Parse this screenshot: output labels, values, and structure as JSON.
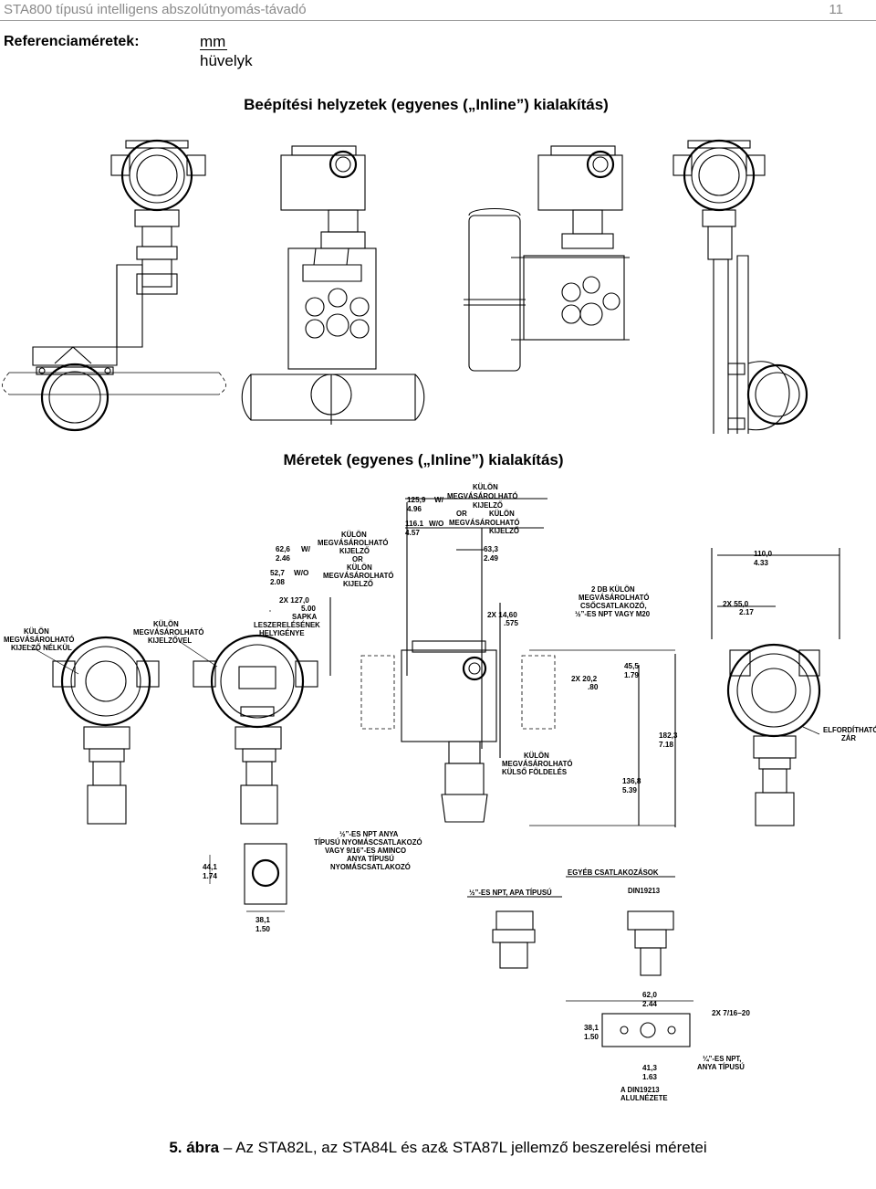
{
  "header": {
    "title": "STA800 típusú intelligens abszolútnyomás-távadó",
    "page_number": "11"
  },
  "reference": {
    "label": "Referenciaméretek:",
    "unit_primary": "mm",
    "unit_secondary": "hüvelyk"
  },
  "section1": {
    "title": "Beépítési helyzetek (egyenes („Inline”) kialakítás)"
  },
  "section2": {
    "title": "Méretek (egyenes („Inline”) kialakítás)",
    "labels": {
      "dim_125_mm": "125,9",
      "dim_125_in": "4.96",
      "w": "W/",
      "wo": "W/O",
      "dim_116_mm": "116.1",
      "dim_116_in": "4.57",
      "kulon_top_1": "KÜLÖN",
      "kulon_top_2": "MEGVÁSÁROLHATÓ",
      "kulon_top_3": "KIJELZŐ",
      "or": "OR",
      "kulon_top_4": "KÜLÖN",
      "kulon_top_5": "MEGVÁSÁROLHATÓ",
      "kulon_top_6": "KIJELZŐ",
      "dim_63_mm": "63,3",
      "dim_63_in": "2.49",
      "kulon_mid_1": "KÜLÖN",
      "kulon_mid_2": "MEGVÁSÁROLHATÓ",
      "kulon_mid_3": "KIJELZŐ",
      "or2": "OR",
      "kulon_mid_4": "KÜLÖN",
      "kulon_mid_5": "MEGVÁSÁROLHATÓ",
      "kulon_mid_6": "KIJELZŐ",
      "dim_62_mm": "62,6",
      "dim_62_in": "2.46",
      "w2": "W/",
      "dim_52_mm": "52,7",
      "dim_52_in": "2.08",
      "wo2": "W/O",
      "dim_127_mm": "2X  127,0",
      "dim_127_in": "5.00",
      "sapka_1": "SAPKA",
      "sapka_2": "LESZERELÉSÉNEK",
      "sapka_3": "HELYIGÉNYE",
      "nelkul_1": "KÜLÖN",
      "nelkul_2": "MEGVÁSÁROLHATÓ",
      "nelkul_3": "KIJELZŐ NÉLKÜL",
      "vel_1": "KÜLÖN",
      "vel_2": "MEGVÁSÁROLHATÓ",
      "vel_3": "KIJELZŐVEL",
      "csoc_1": "2 DB KÜLÖN",
      "csoc_2": "MEGVÁSÁROLHATÓ",
      "csoc_3": "CSŐCSATLAKOZÓ,",
      "csoc_4": "½”-ES NPT VAGY M20",
      "dim_14_mm": "2X  14,60",
      "dim_14_in": ".575",
      "dim_110_mm": "110,0",
      "dim_110_in": "4.33",
      "dim_55_mm": "2X  55,0",
      "dim_55_in": "2.17",
      "dim_45_mm": "45,5",
      "dim_45_in": "1.79",
      "dim_20_mm": "2X  20,2",
      "dim_20_in": ".80",
      "forgat_1": "ELFORDÍTHATÓ",
      "forgat_2": "ZÁR",
      "dim_182_mm": "182,3",
      "dim_182_in": "7.18",
      "dim_136_mm": "136,8",
      "dim_136_in": "5.39",
      "fold_1": "KÜLÖN",
      "fold_2": "MEGVÁSÁROLHATÓ",
      "fold_3": "KÜLSŐ FÖLDELÉS",
      "npt_1": "½”-ES NPT ANYA",
      "npt_2": "TÍPUSÚ NYOMÁSCSATLAKOZÓ",
      "npt_3": "VAGY 9/16”-ES AMINCO",
      "npt_4": "ANYA TÍPUSÚ",
      "npt_5": "NYOMÁSCSATLAKOZÓ",
      "dim_44_mm": "44,1",
      "dim_44_in": "1.74",
      "dim_38b_mm": "38,1",
      "dim_38b_in": "1.50",
      "egyeb": "EGYÉB CSATLAKOZÁSOK",
      "apa": "½”-ES NPT, APA TÍPUSÚ",
      "din": "DIN19213",
      "dim_62b_mm": "62,0",
      "dim_62b_in": "2.44",
      "dim_716": "2X  7/16–20",
      "dim_38_mm": "38,1",
      "dim_38_in": "1.50",
      "dim_41_mm": "41,3",
      "dim_41_in": "1.63",
      "qnpt_1": "¼”-ES NPT,",
      "qnpt_2": "ANYA TÍPUSÚ",
      "din_view_1": "A DIN19213",
      "din_view_2": "ALULNÉZETE"
    }
  },
  "caption": {
    "figure": "5. ábra",
    "dash": " – ",
    "text": "Az STA82L, az STA84L és az& STA87L jellemző beszerelési méretei"
  }
}
